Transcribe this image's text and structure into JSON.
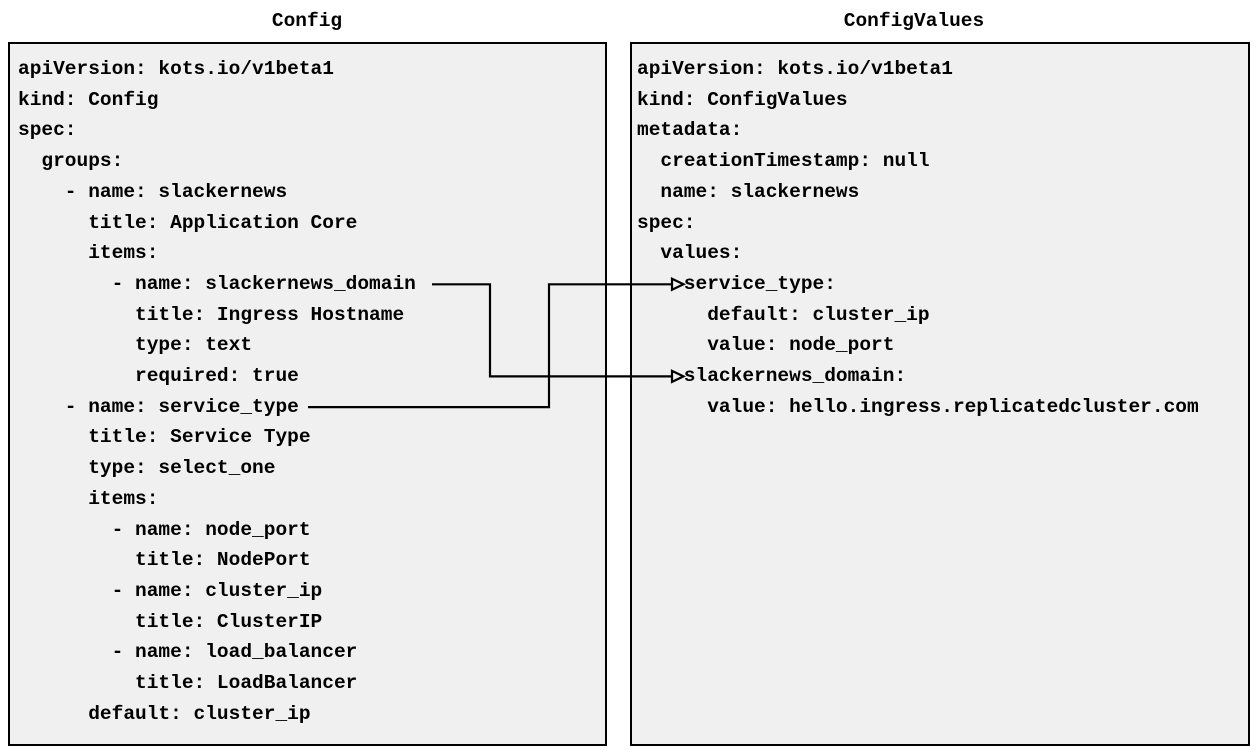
{
  "diagram": {
    "left": {
      "title": "Config",
      "yaml_lines": [
        "apiVersion: kots.io/v1beta1",
        "kind: Config",
        "spec:",
        "  groups:",
        "    - name: slackernews",
        "      title: Application Core",
        "      items:",
        "        - name: slackernews_domain",
        "          title: Ingress Hostname",
        "          type: text",
        "          required: true",
        "    - name: service_type",
        "      title: Service Type",
        "      type: select_one",
        "      items:",
        "        - name: node_port",
        "          title: NodePort",
        "        - name: cluster_ip",
        "          title: ClusterIP",
        "        - name: load_balancer",
        "          title: LoadBalancer",
        "      default: cluster_ip"
      ]
    },
    "right": {
      "title": "ConfigValues",
      "yaml_lines": [
        "apiVersion: kots.io/v1beta1",
        "kind: ConfigValues",
        "metadata:",
        "  creationTimestamp: null",
        "  name: slackernews",
        "spec:",
        "  values:",
        "    service_type:",
        "      default: cluster_ip",
        "      value: node_port",
        "    slackernews_domain:",
        "      value: hello.ingress.replicatedcluster.com"
      ]
    },
    "connections": [
      {
        "from_panel": "Config",
        "from_field": "slackernews_domain",
        "to_panel": "ConfigValues",
        "to_field": "slackernews_domain"
      },
      {
        "from_panel": "Config",
        "from_field": "service_type",
        "to_panel": "ConfigValues",
        "to_field": "service_type"
      }
    ]
  },
  "colors": {
    "page_background": "#ffffff",
    "panel_background": "#f0f0f0",
    "panel_border": "#000000",
    "text": "#000000",
    "arrow": "#000000"
  }
}
